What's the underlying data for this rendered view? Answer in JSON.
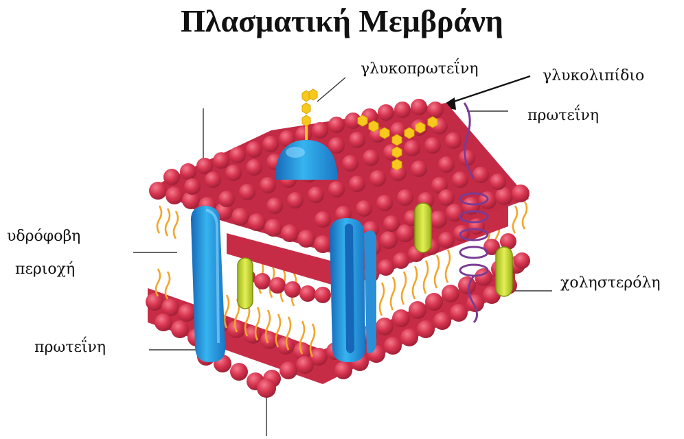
{
  "title": "Πλασματική Μεμβράνη",
  "labels": {
    "glycoprotein": "γλυκοπρωτεΐνη",
    "glycolipid": "γλυκολιπίδιο",
    "protein_top": "πρωτεΐνη",
    "hydrophobic_line1": "υδρόφοβη",
    "hydrophobic_line2": "περιοχή",
    "cholesterol": "χοληστερόλη",
    "protein_bottom": "πρωτεΐνη"
  },
  "colors": {
    "phospholipid_head": "#d6334e",
    "phospholipid_head_shade": "#9e1f36",
    "lipid_tail": "#f3a52a",
    "protein": "#2aa4e6",
    "protein_dark": "#1667b8",
    "cholesterol": "#c9da2b",
    "carbohydrate": "#f7c81e",
    "helix_protein": "#7a3b95"
  }
}
